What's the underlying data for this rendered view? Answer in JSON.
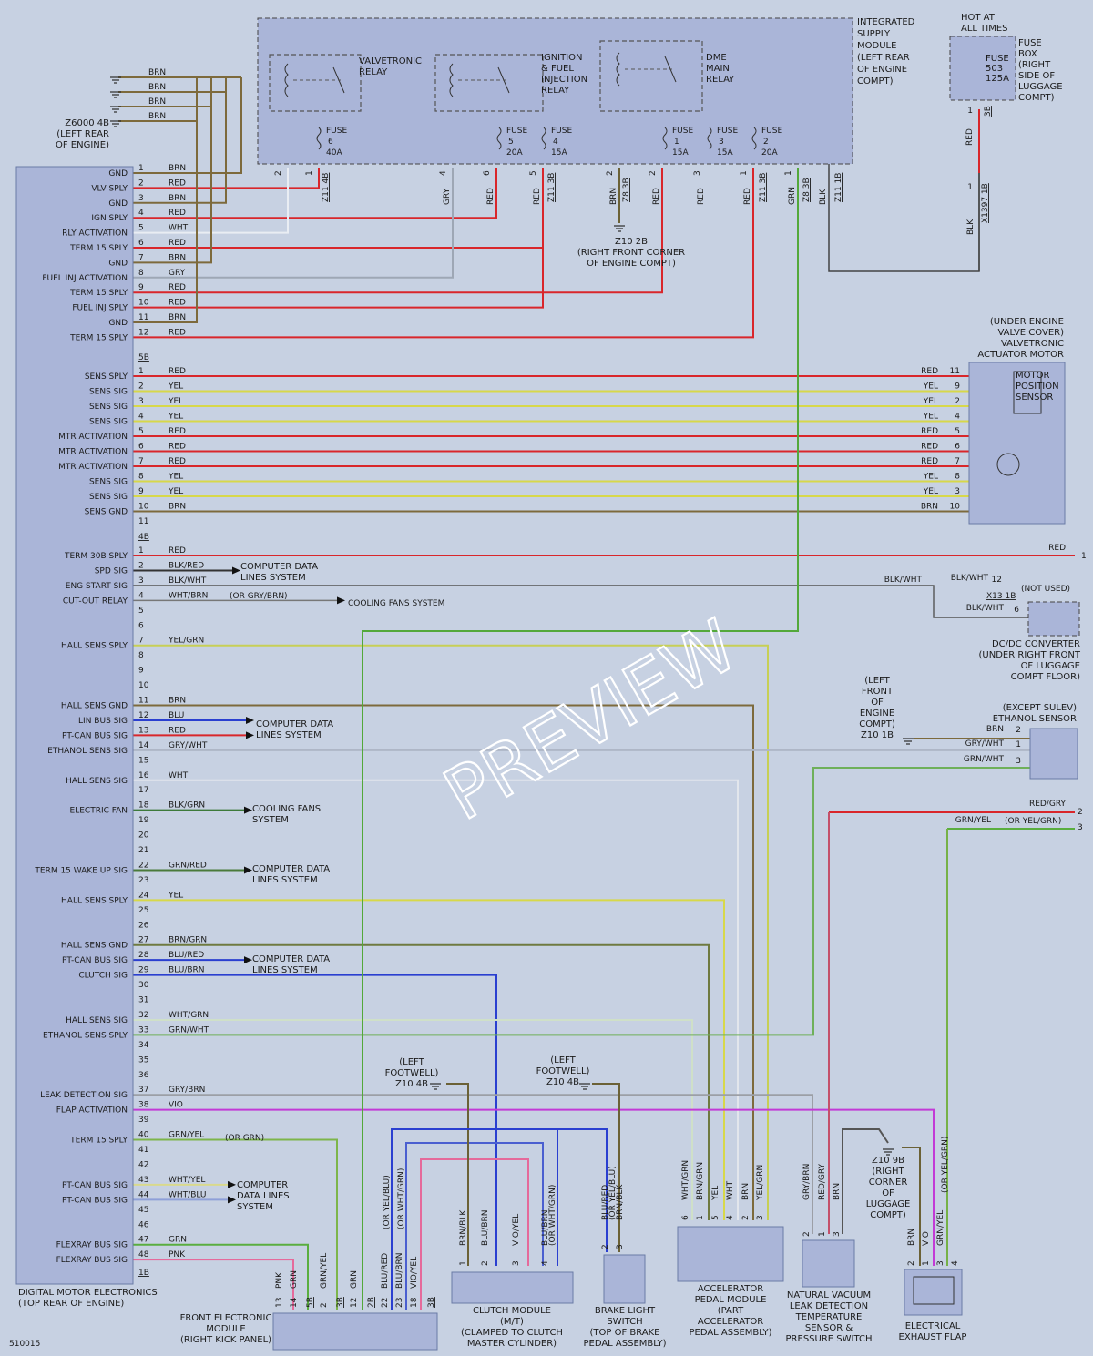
{
  "doc_id": "510015",
  "watermark": "PREVIEW",
  "modules": {
    "dme": [
      "DIGITAL MOTOR ELECTRONICS",
      "(TOP REAR OF ENGINE)"
    ],
    "ism": [
      "INTEGRATED",
      "SUPPLY",
      "MODULE",
      "(LEFT REAR",
      "OF ENGINE",
      "COMPT)"
    ],
    "hot": [
      "HOT AT",
      "ALL TIMES"
    ],
    "fusebox": [
      "FUSE",
      "BOX",
      "(RIGHT",
      "SIDE OF",
      "LUGGAGE",
      "COMPT)"
    ],
    "fuse503": [
      "FUSE",
      "503",
      "125A"
    ],
    "relay_vt": [
      "VALVETRONIC",
      "RELAY"
    ],
    "relay_ign": [
      "IGNITION",
      "& FUEL",
      "INJECTION",
      "RELAY"
    ],
    "relay_dme": [
      "DME",
      "MAIN",
      "RELAY"
    ],
    "vt_motor": [
      "(UNDER ENGINE",
      "VALVE COVER)",
      "VALVETRONIC",
      "ACTUATOR MOTOR"
    ],
    "mps": [
      "MOTOR",
      "POSITION",
      "SENSOR"
    ],
    "dcdc": [
      "DC/DC CONVERTER",
      "(UNDER RIGHT FRONT",
      "OF LUGGAGE",
      "COMPT FLOOR)"
    ],
    "ethanol": [
      "(EXCEPT SULEV)",
      "ETHANOL SENSOR"
    ],
    "fem": [
      "FRONT ELECTRONIC",
      "MODULE",
      "(RIGHT KICK PANEL)"
    ],
    "clutch": [
      "CLUTCH MODULE",
      "(M/T)",
      "(CLAMPED TO CLUTCH",
      "MASTER CYLINDER)"
    ],
    "brake": [
      "BRAKE LIGHT",
      "SWITCH",
      "(TOP OF BRAKE",
      "PEDAL ASSEMBLY)"
    ],
    "app": [
      "ACCELERATOR",
      "PEDAL MODULE",
      "(PART",
      "ACCELERATOR",
      "PEDAL ASSEMBLY)"
    ],
    "nvld": [
      "NATURAL VACUUM",
      "LEAK DETECTION",
      "TEMPERATURE",
      "SENSOR &",
      "PRESSURE SWITCH"
    ],
    "flap": [
      "ELECTRICAL",
      "EXHAUST FLAP"
    ]
  },
  "grounds": {
    "z6000": [
      "Z6000 4B",
      "(LEFT REAR",
      "OF ENGINE)"
    ],
    "z10_2b": [
      "Z10 2B",
      "(RIGHT FRONT CORNER",
      "OF ENGINE COMPT)"
    ],
    "z10_1b": [
      "(LEFT",
      "FRONT",
      "OF",
      "ENGINE",
      "COMPT)",
      "Z10 1B"
    ],
    "z10_4b_a": [
      "(LEFT",
      "FOOTWELL)",
      "Z10 4B"
    ],
    "z10_4b_b": [
      "(LEFT",
      "FOOTWELL)",
      "Z10 4B"
    ],
    "z10_9b": [
      "Z10 9B",
      "(RIGHT",
      "CORNER",
      "OF",
      "LUGGAGE",
      "COMPT)"
    ]
  },
  "connectors": {
    "c5b": "5B",
    "c4b": "4B",
    "c1b": "1B",
    "x13": "X13 1B",
    "x1397": "X1397 1B",
    "fb3b": "3B",
    "not_used": "(NOT USED)"
  },
  "fuses": [
    {
      "name": "FUSE",
      "num": "6",
      "amp": "40A"
    },
    {
      "name": "FUSE",
      "num": "5",
      "amp": "20A"
    },
    {
      "name": "FUSE",
      "num": "4",
      "amp": "15A"
    },
    {
      "name": "FUSE",
      "num": "1",
      "amp": "15A"
    },
    {
      "name": "FUSE",
      "num": "3",
      "amp": "15A"
    },
    {
      "name": "FUSE",
      "num": "2",
      "amp": "20A"
    }
  ],
  "pins_6b": [
    {
      "pin": "1",
      "sig": "GND",
      "wire": "BRN"
    },
    {
      "pin": "2",
      "sig": "VLV SPLY",
      "wire": "RED"
    },
    {
      "pin": "3",
      "sig": "GND",
      "wire": "BRN"
    },
    {
      "pin": "4",
      "sig": "IGN SPLY",
      "wire": "RED"
    },
    {
      "pin": "5",
      "sig": "RLY ACTIVATION",
      "wire": "WHT"
    },
    {
      "pin": "6",
      "sig": "TERM 15 SPLY",
      "wire": "RED"
    },
    {
      "pin": "7",
      "sig": "GND",
      "wire": "BRN"
    },
    {
      "pin": "8",
      "sig": "FUEL INJ ACTIVATION",
      "wire": "GRY"
    },
    {
      "pin": "9",
      "sig": "TERM 15 SPLY",
      "wire": "RED"
    },
    {
      "pin": "10",
      "sig": "FUEL INJ SPLY",
      "wire": "RED"
    },
    {
      "pin": "11",
      "sig": "GND",
      "wire": "BRN"
    },
    {
      "pin": "12",
      "sig": "TERM 15 SPLY",
      "wire": "RED"
    }
  ],
  "pins_5b": [
    {
      "pin": "1",
      "sig": "SENS SPLY",
      "wire": "RED",
      "rwire": "RED",
      "rpin": "11"
    },
    {
      "pin": "2",
      "sig": "SENS SIG",
      "wire": "YEL",
      "rwire": "YEL",
      "rpin": "9"
    },
    {
      "pin": "3",
      "sig": "SENS SIG",
      "wire": "YEL",
      "rwire": "YEL",
      "rpin": "2"
    },
    {
      "pin": "4",
      "sig": "SENS SIG",
      "wire": "YEL",
      "rwire": "YEL",
      "rpin": "4"
    },
    {
      "pin": "5",
      "sig": "MTR ACTIVATION",
      "wire": "RED",
      "rwire": "RED",
      "rpin": "5"
    },
    {
      "pin": "6",
      "sig": "MTR ACTIVATION",
      "wire": "RED",
      "rwire": "RED",
      "rpin": "6"
    },
    {
      "pin": "7",
      "sig": "MTR ACTIVATION",
      "wire": "RED",
      "rwire": "RED",
      "rpin": "7"
    },
    {
      "pin": "8",
      "sig": "SENS SIG",
      "wire": "YEL",
      "rwire": "YEL",
      "rpin": "8"
    },
    {
      "pin": "9",
      "sig": "SENS SIG",
      "wire": "YEL",
      "rwire": "YEL",
      "rpin": "3"
    },
    {
      "pin": "10",
      "sig": "SENS GND",
      "wire": "BRN",
      "rwire": "BRN",
      "rpin": "10"
    },
    {
      "pin": "11",
      "sig": "",
      "wire": "",
      "rwire": "",
      "rpin": ""
    }
  ],
  "pins_4b": [
    {
      "pin": "1",
      "sig": "TERM 30B SPLY",
      "wire": "RED"
    },
    {
      "pin": "2",
      "sig": "SPD SIG",
      "wire": "BLK/RED"
    },
    {
      "pin": "3",
      "sig": "ENG START SIG",
      "wire": "BLK/WHT"
    },
    {
      "pin": "4",
      "sig": "CUT-OUT RELAY",
      "wire": "WHT/BRN"
    },
    {
      "pin": "5",
      "sig": "",
      "wire": ""
    },
    {
      "pin": "6",
      "sig": "",
      "wire": ""
    },
    {
      "pin": "7",
      "sig": "HALL SENS SPLY",
      "wire": "YEL/GRN"
    },
    {
      "pin": "8",
      "sig": "",
      "wire": ""
    },
    {
      "pin": "9",
      "sig": "",
      "wire": ""
    },
    {
      "pin": "10",
      "sig": "",
      "wire": ""
    },
    {
      "pin": "11",
      "sig": "HALL SENS GND",
      "wire": "BRN"
    },
    {
      "pin": "12",
      "sig": "LIN BUS SIG",
      "wire": "BLU"
    },
    {
      "pin": "13",
      "sig": "PT-CAN BUS SIG",
      "wire": "RED"
    },
    {
      "pin": "14",
      "sig": "ETHANOL SENS SIG",
      "wire": "GRY/WHT"
    },
    {
      "pin": "15",
      "sig": "",
      "wire": ""
    },
    {
      "pin": "16",
      "sig": "HALL SENS SIG",
      "wire": "WHT"
    },
    {
      "pin": "17",
      "sig": "",
      "wire": ""
    },
    {
      "pin": "18",
      "sig": "ELECTRIC FAN",
      "wire": "BLK/GRN"
    },
    {
      "pin": "19",
      "sig": "",
      "wire": ""
    },
    {
      "pin": "20",
      "sig": "",
      "wire": ""
    },
    {
      "pin": "21",
      "sig": "",
      "wire": ""
    },
    {
      "pin": "22",
      "sig": "TERM 15 WAKE UP SIG",
      "wire": "GRN/RED"
    },
    {
      "pin": "23",
      "sig": "",
      "wire": ""
    },
    {
      "pin": "24",
      "sig": "HALL SENS SPLY",
      "wire": "YEL"
    },
    {
      "pin": "25",
      "sig": "",
      "wire": ""
    },
    {
      "pin": "26",
      "sig": "",
      "wire": ""
    },
    {
      "pin": "27",
      "sig": "HALL SENS GND",
      "wire": "BRN/GRN"
    },
    {
      "pin": "28",
      "sig": "PT-CAN BUS SIG",
      "wire": "BLU/RED"
    },
    {
      "pin": "29",
      "sig": "CLUTCH SIG",
      "wire": "BLU/BRN"
    },
    {
      "pin": "30",
      "sig": "",
      "wire": ""
    },
    {
      "pin": "31",
      "sig": "",
      "wire": ""
    },
    {
      "pin": "32",
      "sig": "HALL SENS SIG",
      "wire": "WHT/GRN"
    },
    {
      "pin": "33",
      "sig": "ETHANOL SENS SPLY",
      "wire": "GRN/WHT"
    },
    {
      "pin": "34",
      "sig": "",
      "wire": ""
    },
    {
      "pin": "35",
      "sig": "",
      "wire": ""
    },
    {
      "pin": "36",
      "sig": "",
      "wire": ""
    },
    {
      "pin": "37",
      "sig": "LEAK DETECTION SIG",
      "wire": "GRY/BRN"
    },
    {
      "pin": "38",
      "sig": "FLAP ACTIVATION",
      "wire": "VIO"
    },
    {
      "pin": "39",
      "sig": "",
      "wire": ""
    },
    {
      "pin": "40",
      "sig": "TERM 15 SPLY",
      "wire": "GRN/YEL"
    },
    {
      "pin": "41",
      "sig": "",
      "wire": ""
    },
    {
      "pin": "42",
      "sig": "",
      "wire": ""
    },
    {
      "pin": "43",
      "sig": "PT-CAN BUS SIG",
      "wire": "WHT/YEL"
    },
    {
      "pin": "44",
      "sig": "PT-CAN BUS SIG",
      "wire": "WHT/BLU"
    },
    {
      "pin": "45",
      "sig": "",
      "wire": ""
    },
    {
      "pin": "46",
      "sig": "",
      "wire": ""
    },
    {
      "pin": "47",
      "sig": "FLEXRAY BUS SIG",
      "wire": "GRN"
    },
    {
      "pin": "48",
      "sig": "FLEXRAY BUS SIG",
      "wire": "PNK"
    }
  ],
  "refs": {
    "cdls": [
      "COMPUTER DATA",
      "LINES SYSTEM"
    ],
    "cdls3": [
      "COMPUTER",
      "DATA LINES",
      "SYSTEM"
    ],
    "cfs": [
      "COOLING FANS",
      "SYSTEM"
    ],
    "cfs_inline": "COOLING FANS SYSTEM",
    "or_gry_brn": "(OR GRY/BRN)",
    "or_grn": "(OR GRN)",
    "or_yel_grn": "(OR YEL/GRN)",
    "or_yel_grn2": "(OR YEL/GRN)"
  },
  "ism_pins": [
    {
      "pin": "2",
      "wire": ""
    },
    {
      "pin": "1",
      "wire": ""
    },
    {
      "pin": "4",
      "wire": "GRY"
    },
    {
      "pin": "6",
      "wire": "RED"
    },
    {
      "pin": "5",
      "wire": "RED"
    },
    {
      "pin": "2",
      "wire": "BRN"
    },
    {
      "pin": "2",
      "wire": "RED"
    },
    {
      "pin": "3",
      "wire": "RED"
    },
    {
      "pin": "1",
      "wire": "RED"
    },
    {
      "pin": "1",
      "wire": "GRN"
    },
    {
      "pin": "",
      "wire": "BLK"
    }
  ],
  "ism_conn": [
    "Z11 4B",
    "Z11 3B",
    "Z8 3B",
    "Z11 3B",
    "Z8 3B",
    "Z11 1B"
  ],
  "misc_wires": {
    "fb_red": "RED",
    "fb_blk": "BLK",
    "fb_pin1": "1",
    "fb_pin1b": "1",
    "right_red": "RED",
    "right_red_pin": "1",
    "blkwht": "BLK/WHT",
    "blkwht2": "BLK/WHT",
    "blkwht2_pin": "12",
    "blkwht3": "BLK/WHT",
    "blkwht3_pin": "6",
    "eth_brn": "BRN",
    "eth_brn_pin": "2",
    "eth_gw": "GRY/WHT",
    "eth_gw_pin": "1",
    "eth_gnw": "GRN/WHT",
    "eth_gnw_pin": "3",
    "redgry": "RED/GRY",
    "redgry_pin": "2",
    "grnyel": "GRN/YEL",
    "grnyel_pin": "3"
  },
  "fem_pins": [
    {
      "pin": "13",
      "wire": "PNK"
    },
    {
      "pin": "14",
      "wire": "GRN"
    },
    {
      "pin": "2",
      "wire": "GRN/YEL"
    },
    {
      "pin": "12",
      "wire": "GRN"
    },
    {
      "pin": "22",
      "wire": "BLU/RED"
    },
    {
      "pin": "23",
      "wire": "BLU/BRN"
    },
    {
      "pin": "18",
      "wire": "VIO/YEL"
    }
  ],
  "fem_conn": [
    "5B",
    "3B",
    "2B",
    "3B"
  ],
  "fem_wire_notes": [
    "(OR YEL/BLU)",
    "(OR WHT/GRN)"
  ],
  "clutch_pins": [
    {
      "pin": "1",
      "wire": "BRN/BLK"
    },
    {
      "pin": "2",
      "wire": "BLU/BRN"
    },
    {
      "pin": "3",
      "wire": "VIO/YEL"
    },
    {
      "pin": "4",
      "wire": "BLU/BRN"
    }
  ],
  "clutch_notes": [
    "(OR WHT/GRN)"
  ],
  "brake_pins": [
    {
      "pin": "2",
      "wire": "BLU/RED"
    },
    {
      "pin": "3",
      "wire": "BRN/BLK"
    }
  ],
  "brake_notes": [
    "(OR YEL/BLU)"
  ],
  "app_pins": [
    {
      "pin": "6",
      "wire": "WHT/GRN"
    },
    {
      "pin": "1",
      "wire": "BRN/GRN"
    },
    {
      "pin": "5",
      "wire": "YEL"
    },
    {
      "pin": "4",
      "wire": "WHT"
    },
    {
      "pin": "2",
      "wire": "BRN"
    },
    {
      "pin": "3",
      "wire": "YEL/GRN"
    }
  ],
  "nvld_pins": [
    {
      "pin": "2",
      "wire": "GRY/BRN"
    },
    {
      "pin": "1",
      "wire": "RED/GRY"
    },
    {
      "pin": "3",
      "wire": "BRN"
    }
  ],
  "flap_pins": [
    {
      "pin": "2",
      "wire": "BRN"
    },
    {
      "pin": "1",
      "wire": "VIO"
    },
    {
      "pin": "3",
      "wire": "GRN/YEL"
    },
    {
      "pin": "4",
      "wire": ""
    }
  ],
  "colors": {
    "background": "#c7d1e2",
    "module": "#aab5d8",
    "red": "#d9262b",
    "brn": "#7d6a3c",
    "yel": "#d7d84a",
    "grn": "#5aae3f",
    "blu": "#2a3fd0",
    "vio": "#c23ad6",
    "pnk": "#e56a9b",
    "gry": "#9ea7b5",
    "blk": "#333333"
  }
}
